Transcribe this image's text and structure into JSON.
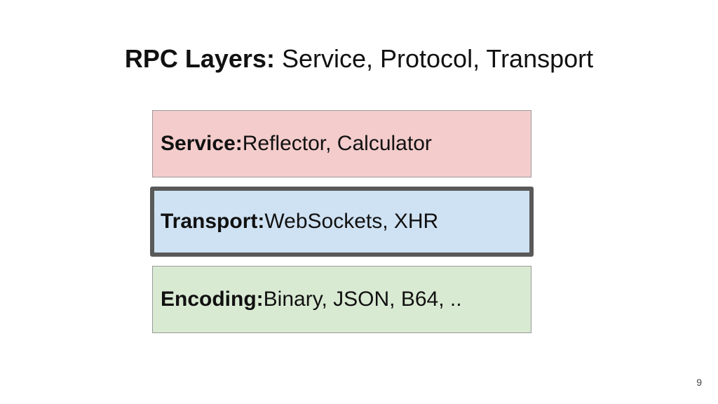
{
  "slide": {
    "title_bold": "RPC Layers:",
    "title_rest": " Service, Protocol, Transport",
    "page_number": "9"
  },
  "layers": [
    {
      "name_bold": "Service:",
      "detail": " Reflector, Calculator",
      "color": "#f4cccc"
    },
    {
      "name_bold": "Transport:",
      "detail": " WebSockets, XHR",
      "color": "#cfe2f3",
      "highlighted": true,
      "highlight_border_color": "#595959"
    },
    {
      "name_bold": "Encoding:",
      "detail": " Binary, JSON, B64, ..",
      "color": "#d9ead3"
    }
  ]
}
